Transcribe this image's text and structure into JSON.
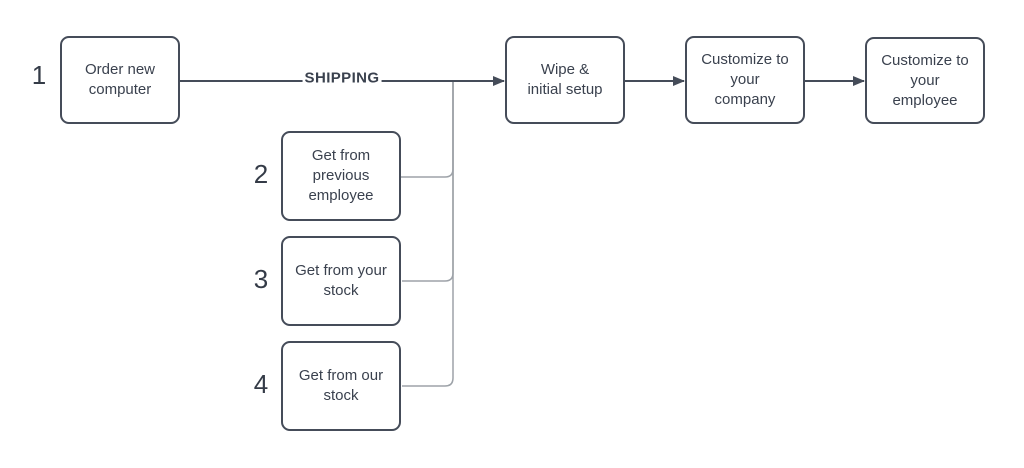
{
  "labels": {
    "shipping": "SHIPPING"
  },
  "nodes": {
    "order": {
      "number": "1",
      "lines": [
        "Order new",
        "computer"
      ]
    },
    "previous_employee": {
      "number": "2",
      "lines": [
        "Get from",
        "previous",
        "employee"
      ]
    },
    "your_stock": {
      "number": "3",
      "lines": [
        "Get from your",
        "stock"
      ]
    },
    "our_stock": {
      "number": "4",
      "lines": [
        "Get from our",
        "stock"
      ]
    },
    "wipe": {
      "lines": [
        "Wipe &",
        "initial setup"
      ]
    },
    "customize_company": {
      "lines": [
        "Customize to",
        "your",
        "company"
      ]
    },
    "customize_employee": {
      "lines": [
        "Customize to",
        "your",
        "employee"
      ]
    }
  },
  "edges": [
    {
      "from": "order",
      "to": "wipe",
      "label": "SHIPPING",
      "style": "arrow"
    },
    {
      "from": "previous_employee",
      "to": "wipe",
      "style": "merge-line"
    },
    {
      "from": "your_stock",
      "to": "wipe",
      "style": "merge-line"
    },
    {
      "from": "our_stock",
      "to": "wipe",
      "style": "merge-line"
    },
    {
      "from": "wipe",
      "to": "customize_company",
      "style": "arrow"
    },
    {
      "from": "customize_company",
      "to": "customize_employee",
      "style": "arrow"
    }
  ],
  "colors": {
    "node_border": "#454c59",
    "node_fill": "#ffffff",
    "text": "#3a414e",
    "primary_connector": "#454c59",
    "secondary_connector": "#9da2a8",
    "background": "#ffffff"
  }
}
